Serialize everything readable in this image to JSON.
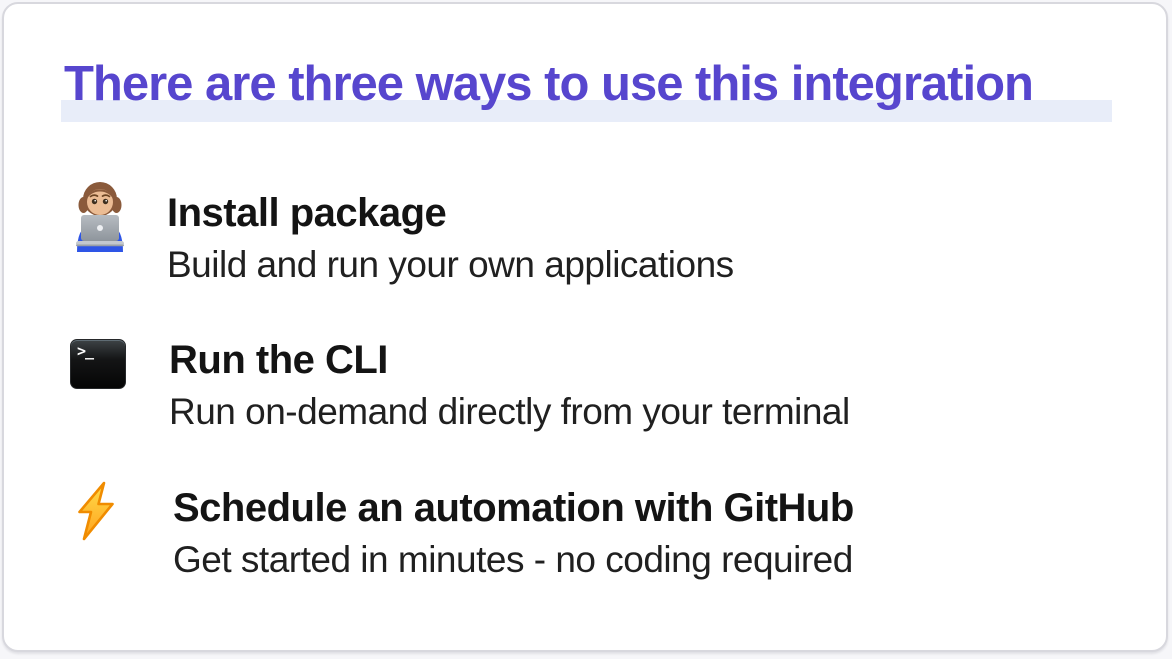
{
  "slide": {
    "title": "There are three ways to use this integration",
    "accent_color": "#5746CE",
    "highlight_color": "#E8EDF9",
    "items": [
      {
        "icon": "technologist-emoji",
        "title": "Install package",
        "subtitle": "Build and run your own applications"
      },
      {
        "icon": "terminal-app-icon",
        "icon_glyph": ">_",
        "title": "Run the CLI",
        "subtitle": "Run on-demand directly from your terminal"
      },
      {
        "icon": "lightning-bolt-emoji",
        "title": "Schedule an automation with GitHub",
        "subtitle": "Get started in minutes - no coding required"
      }
    ]
  }
}
